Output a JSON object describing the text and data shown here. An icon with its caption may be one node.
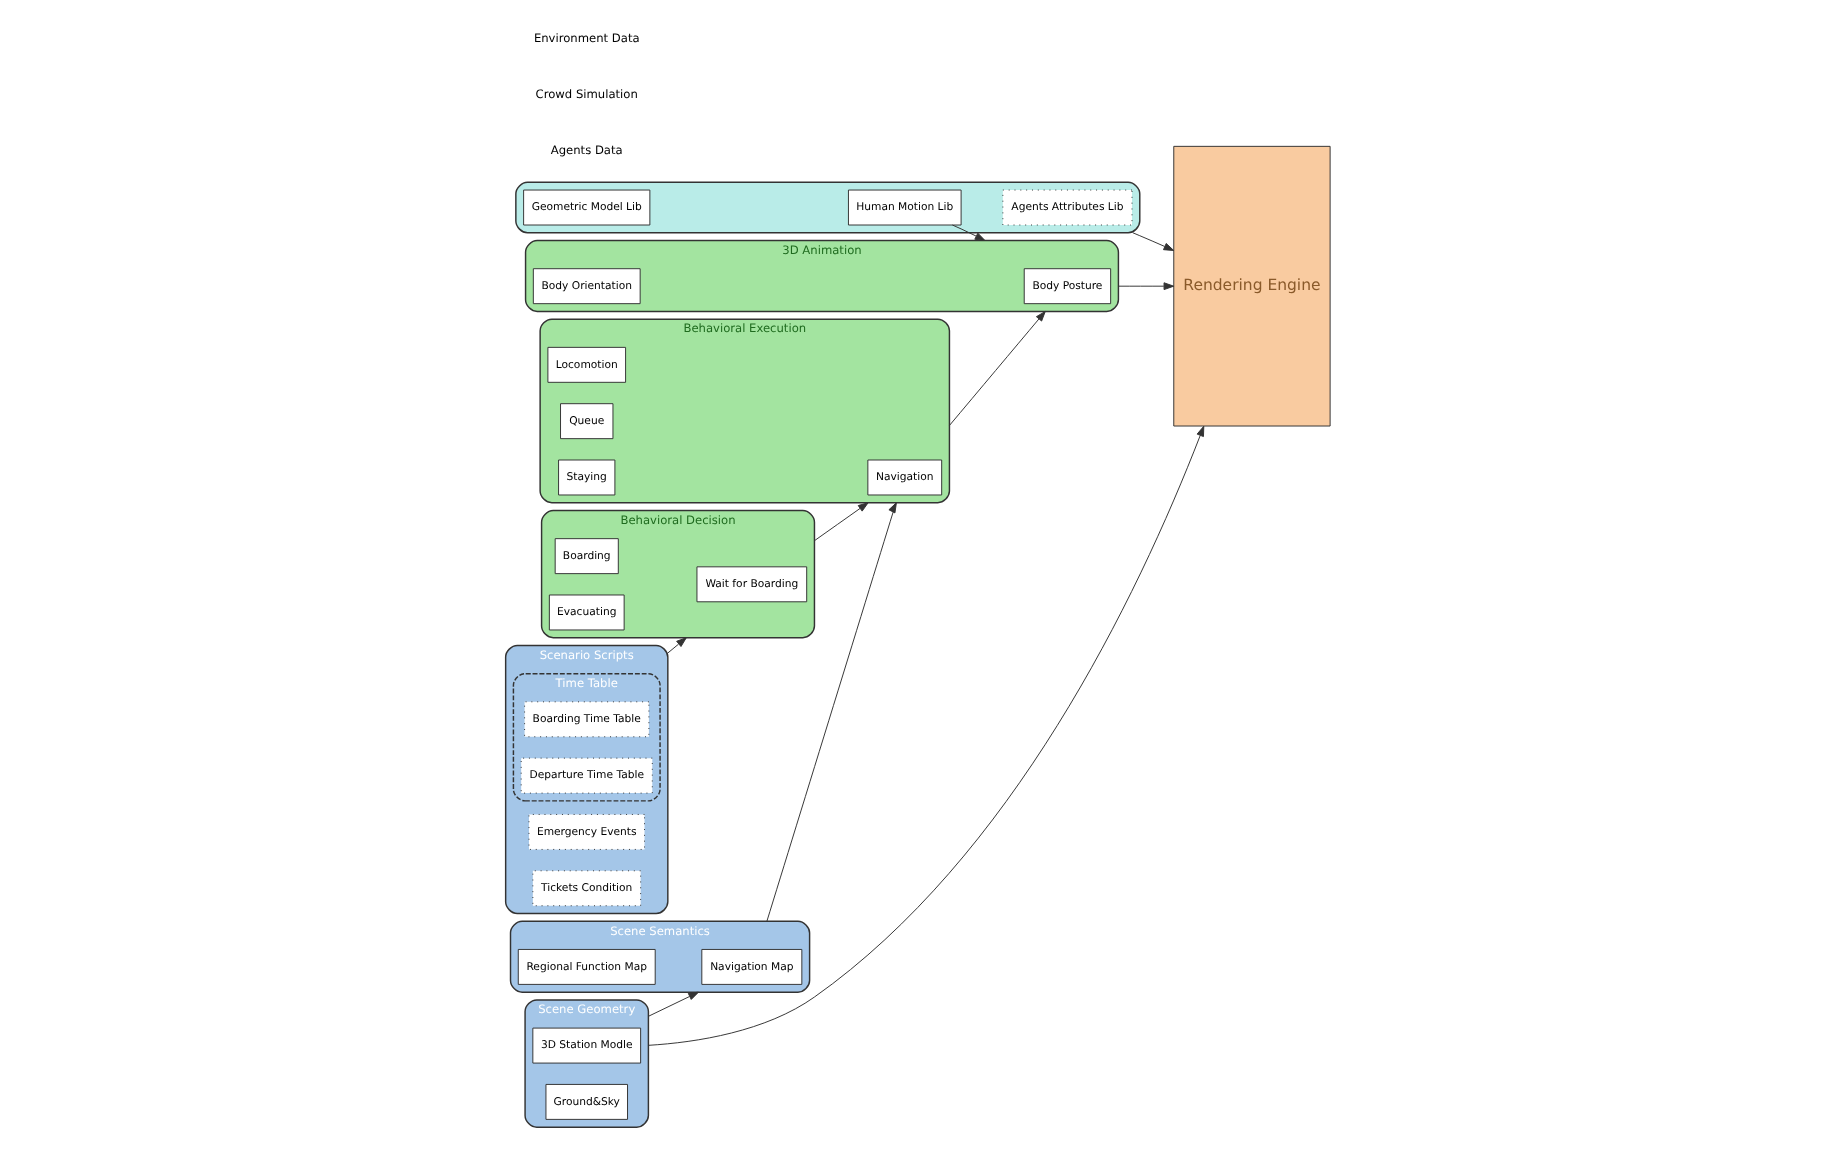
{
  "diagram": {
    "nodes": [
      {
        "text": [],
        "shape": "box"
      },
      {
        "text": [
          "Agents Attributes Lib"
        ],
        "in": 0
      },
      {
        "text": [
          "Geometric Model Lib"
        ],
        "in": 0
      },
      {
        "text": [
          "Human Motion Lib"
        ],
        "in": 0
      },
      {
        "text": [
          "Behavioral Decision"
        ]
      },
      {
        "text": [
          "Wait for Boarding"
        ],
        "in": 4
      },
      {
        "text": [
          "Boarding"
        ],
        "in": 4
      },
      {
        "text": [
          "Evacuating"
        ],
        "in": 4
      },
      {
        "text": [
          "Behavioral Execution"
        ]
      },
      {
        "text": [
          "Navigation"
        ],
        "in": 8
      },
      {
        "text": [
          "Locomotion"
        ],
        "in": 8
      },
      {
        "text": [
          "Queue"
        ],
        "in": 8
      },
      {
        "text": [
          "Staying"
        ],
        "in": 8
      },
      {
        "text": [
          "3D Animation"
        ]
      },
      {
        "text": [
          "Body Posture"
        ],
        "in": 13
      },
      {
        "text": [
          "Body Orientation"
        ],
        "in": 13
      },
      {
        "text": [
          "Scenario Scripts"
        ]
      },
      {
        "text": [
          "Time Table"
        ],
        "in": 16
      },
      {
        "text": [
          "Boarding Time Table"
        ],
        "in": 17
      },
      {
        "text": [
          "Departure Time Table"
        ],
        "in": 17
      },
      {
        "text": [
          "Emergency Events"
        ],
        "in": 16
      },
      {
        "text": [
          "Tickets Condition"
        ],
        "in": 16
      },
      {
        "text": [
          "Scene Semantics"
        ]
      },
      {
        "text": [
          "Navigation Map"
        ],
        "in": 22
      },
      {
        "text": [
          "Regional Function Map"
        ],
        "in": 22
      },
      {
        "text": [
          "Scene Geometry"
        ]
      },
      {
        "text": [
          "3D Station Modle"
        ],
        "in": 25
      },
      {
        "text": [
          "Ground&Sky"
        ],
        "in": 25
      },
      {
        "text": [
          "Rendering Engine"
        ]
      }
    ],
    "edges": [
      {
        "from": 0,
        "to": 28,
        "arrow": "to"
      },
      {
        "from": 3,
        "to": 13,
        "arrow": "to"
      },
      {
        "from": 4,
        "to": 8,
        "arrow": "to"
      },
      {
        "from": 8,
        "to": 13,
        "arrow": "to"
      },
      {
        "from": 13,
        "to": 28,
        "arrow": "to"
      },
      {
        "from": 16,
        "to": 4,
        "arrow": "to"
      },
      {
        "from": 22,
        "to": 8,
        "arrow": "to"
      },
      {
        "from": 25,
        "to": 22,
        "arrow": "to"
      },
      {
        "from": 25,
        "to": 28,
        "arrow": "to"
      }
    ],
    "labels": [
      "Agents Data",
      "Crowd Simulation",
      "Environment Data"
    ]
  }
}
